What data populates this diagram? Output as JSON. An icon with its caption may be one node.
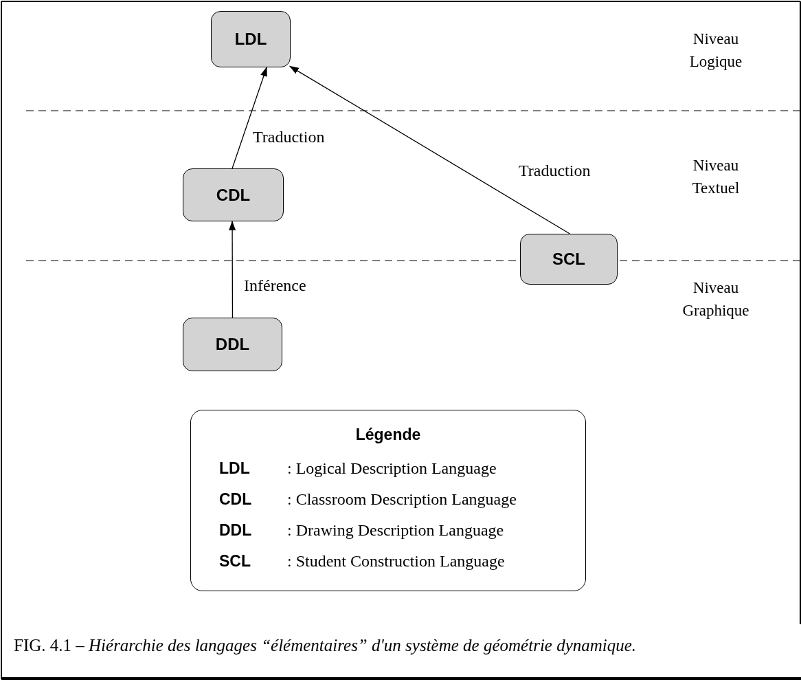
{
  "diagram": {
    "caption": "FIG. 4.1 – *Hiérarchie des langages “élémentaires” d'un système de géométrie dynamique.*",
    "nodes": [
      {
        "text": [
          "LDL"
        ]
      },
      {
        "text": [
          "CDL"
        ]
      },
      {
        "text": [
          "DDL"
        ]
      },
      {
        "text": [
          "SCL"
        ]
      },
      {
        "text": [
          "Légende",
          "LDL",
          ": Logical Description Language",
          "CDL",
          ": Classroom Description Language",
          "DDL",
          ": Drawing Description Language",
          "SCL",
          ": Student Construction Language"
        ]
      }
    ],
    "edges": [
      {
        "from": 1,
        "to": 0,
        "arrow": "to",
        "label": "Traduction"
      },
      {
        "from": 3,
        "to": 0,
        "arrow": "to",
        "label": "Traduction"
      },
      {
        "from": 2,
        "to": 1,
        "arrow": "to",
        "label": "Inférence"
      }
    ],
    "labels": [
      "Niveau Logique",
      "Niveau Textuel",
      "Niveau Graphique"
    ]
  }
}
